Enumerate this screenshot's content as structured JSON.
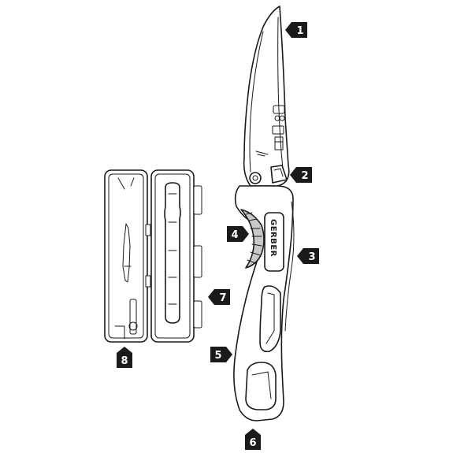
{
  "diagram": {
    "brand_mark": "GERBER",
    "callouts": [
      {
        "id": "1",
        "label": "1"
      },
      {
        "id": "2",
        "label": "2"
      },
      {
        "id": "3",
        "label": "3"
      },
      {
        "id": "4",
        "label": "4"
      },
      {
        "id": "5",
        "label": "5"
      },
      {
        "id": "6",
        "label": "6"
      },
      {
        "id": "7",
        "label": "7"
      },
      {
        "id": "8",
        "label": "8"
      }
    ]
  }
}
